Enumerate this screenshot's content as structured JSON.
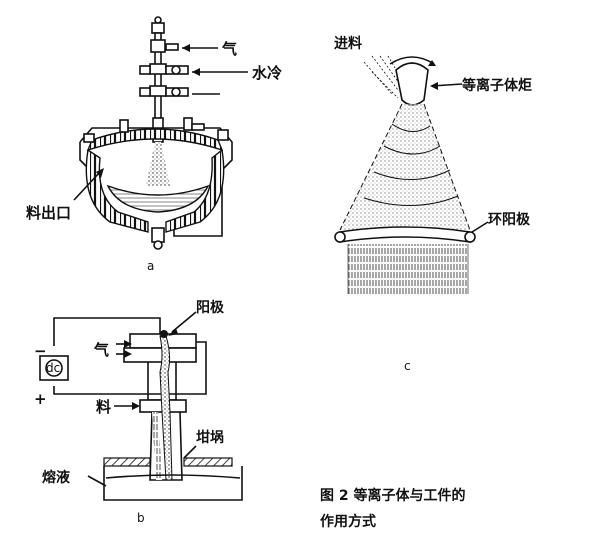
{
  "panel_a": {
    "letter": "a",
    "labels": {
      "gas": "气",
      "water_cooling": "水冷",
      "outlet": "料出口"
    }
  },
  "panel_b": {
    "letter": "b",
    "labels": {
      "anode": "阳极",
      "gas": "气",
      "dc": "dc",
      "minus": "−",
      "plus": "+",
      "feed": "料",
      "crucible": "坩埚",
      "melt": "熔液"
    }
  },
  "panel_c": {
    "letter": "c",
    "labels": {
      "feed_in": "进料",
      "plasma_torch": "等离子体炬",
      "ring_anode": "环阳极"
    }
  },
  "caption": {
    "line1": "图 2   等离子体与工件的",
    "line2": "作用方式"
  }
}
